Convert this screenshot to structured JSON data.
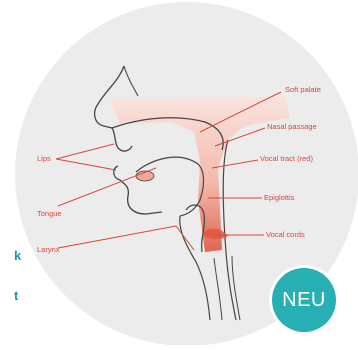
{
  "diagram": {
    "labels_right": [
      "Soft palate",
      "Nasal passage",
      "Vocal tract (red)",
      "Epiglottis",
      "Vocal cords"
    ],
    "labels_left": [
      "Lips",
      "Tongue",
      "Larynx"
    ]
  },
  "badge": {
    "text": "NEU"
  },
  "side_fragments": [
    "k",
    "t"
  ],
  "colors": {
    "accent": "#26b0b3",
    "label_red": "#d8453a",
    "tract_red": "#f0a79a",
    "circle": "#ececec"
  }
}
